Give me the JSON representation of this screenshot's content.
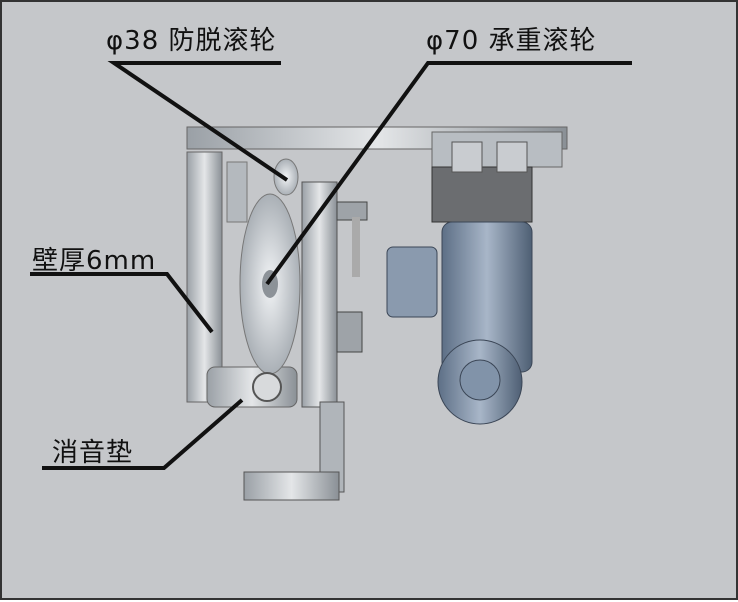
{
  "labels": {
    "anti_derail_wheel": "φ38 防脱滚轮",
    "load_wheel": "φ70 承重滚轮",
    "wall_thickness": "壁厚6mm",
    "silencer_pad": "消音垫"
  },
  "colors": {
    "background": "#c5c7ca",
    "border": "#333333",
    "leader": "#111111"
  }
}
